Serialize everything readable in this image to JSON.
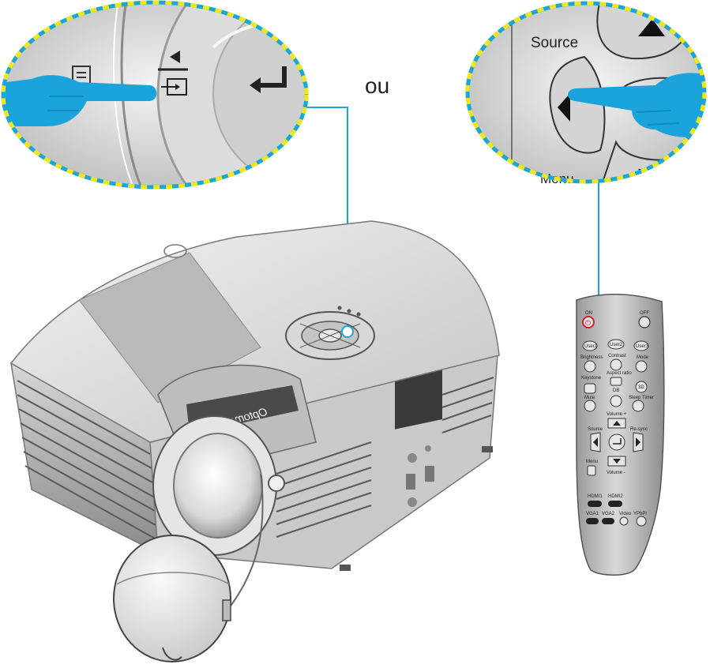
{
  "connector_word": "ou",
  "remote_zoom": {
    "source_label": "Source",
    "menu_label": "Menu"
  },
  "remote": {
    "on_label": "ON",
    "off_label": "OFF",
    "user1": "User1",
    "user2": "User2",
    "user3": "User3",
    "brightness": "Brightness",
    "contrast": "Contrast",
    "mode": "Mode",
    "keystone": "Keystone",
    "aspect_ratio": "Aspect ratio",
    "three_d": "3D",
    "mute": "Mute",
    "db": "DB",
    "sleep_timer": "Sleep Timer",
    "volume_plus": "Volume +",
    "source": "Source",
    "resync": "Re-sync",
    "menu": "Menu",
    "volume_minus": "Volume -",
    "hdmi1": "HDMI1",
    "hdmi2": "HDMI2",
    "vga1": "VGA1",
    "vga2": "VGA2",
    "video": "Video",
    "ypbpr": "YPbPr"
  },
  "projector": {
    "brand": "Optoma"
  },
  "colors": {
    "accent": "#1aa6d8",
    "hand": "#1ba4dc",
    "dash": "#f0e61e",
    "power": "#d0202a"
  }
}
